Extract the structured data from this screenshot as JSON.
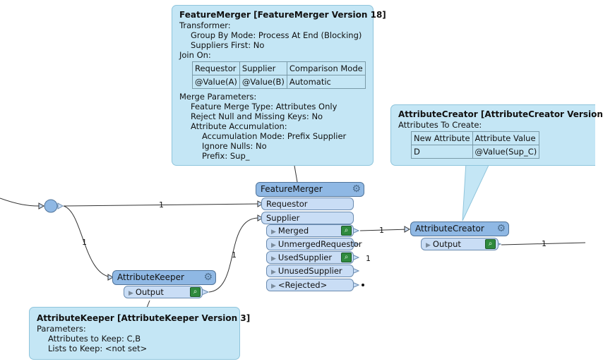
{
  "tooltips": {
    "featuremerger": {
      "title": "FeatureMerger [FeatureMerger Version 18]",
      "transformer_label": "Transformer:",
      "group_by_mode": "Group By Mode: Process At End (Blocking)",
      "suppliers_first": "Suppliers First: No",
      "join_on_label": "Join On:",
      "join_table": {
        "headers": [
          "Requestor",
          "Supplier",
          "Comparison Mode"
        ],
        "row": [
          "@Value(A)",
          "@Value(B)",
          "Automatic"
        ]
      },
      "merge_params_label": "Merge Parameters:",
      "merge_type": "Feature Merge Type: Attributes Only",
      "reject_null": "Reject Null and Missing Keys: No",
      "attr_accum_label": "Attribute Accumulation:",
      "accum_mode": "Accumulation Mode: Prefix Supplier",
      "ignore_nulls": "Ignore Nulls: No",
      "prefix": "Prefix: Sup_"
    },
    "attributecreator": {
      "title": "AttributeCreator [AttributeCreator Version",
      "attrs_label": "Attributes To Create:",
      "table": {
        "headers": [
          "New Attribute",
          "Attribute Value"
        ],
        "row": [
          "D",
          "@Value(Sup_C)"
        ]
      }
    },
    "attributekeeper": {
      "title": "AttributeKeeper [AttributeKeeper Version 3]",
      "params_label": "Parameters:",
      "attrs_keep": "Attributes to Keep: C,B",
      "lists_keep": "Lists to Keep: <not set>"
    }
  },
  "nodes": {
    "featuremerger": {
      "title": "FeatureMerger",
      "inputs": [
        "Requestor",
        "Supplier"
      ],
      "outputs": [
        "Merged",
        "UnmergedRequestor",
        "UsedSupplier",
        "UnusedSupplier",
        "<Rejected>"
      ]
    },
    "attributecreator": {
      "title": "AttributeCreator",
      "output": "Output"
    },
    "attributekeeper": {
      "title": "AttributeKeeper",
      "output": "Output"
    }
  },
  "connection_counts": {
    "top_to_requestor": "1",
    "junction_to_keeper": "1",
    "keeper_to_supplier": "1",
    "merged_to_creator": "1",
    "usedsupplier": "1",
    "creator_output": "1"
  },
  "icons": {
    "gear": "gear-icon",
    "inspect": "inspect-icon",
    "triangle": "port-triangle-icon"
  },
  "colors": {
    "tooltip_bg": "#c4e6f5",
    "node_header": "#8fb8e4",
    "port_bg": "#c9ddf5",
    "inspect": "#2f8a3d"
  }
}
